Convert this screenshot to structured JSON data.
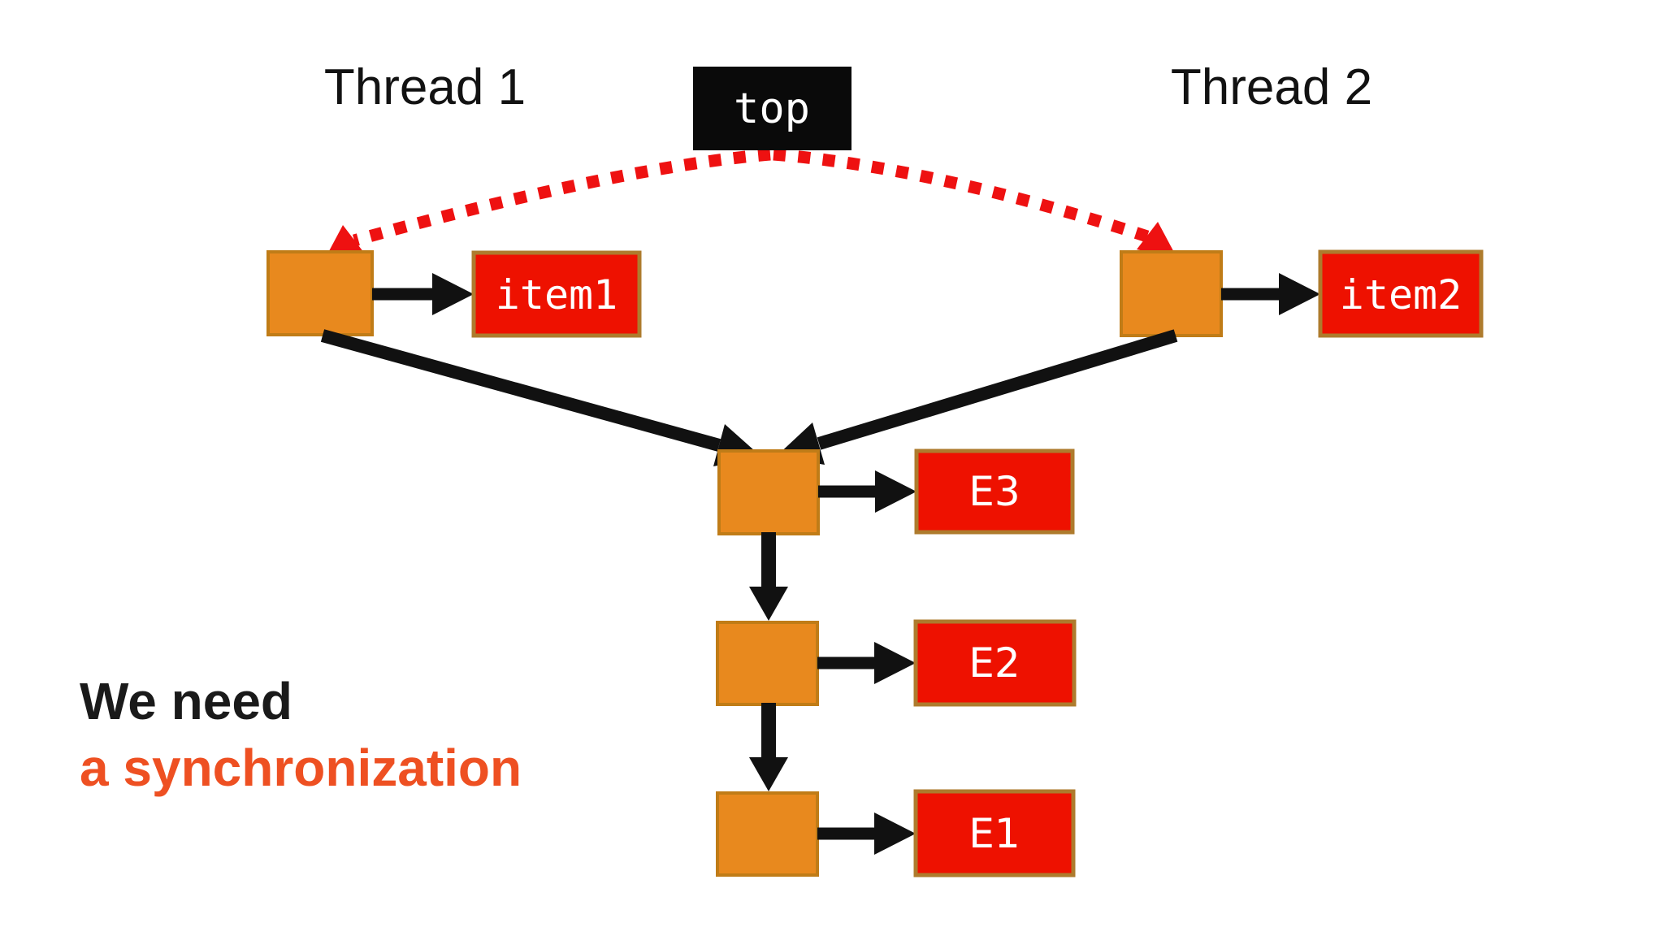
{
  "colors": {
    "background": "#ffffff",
    "node_fill": "#e8891e",
    "node_border": "#c07c17",
    "item_fill": "#ee1100",
    "item_border": "#ae7b2d",
    "top_box_fill": "#0a0a0a",
    "box_text": "#ffffff",
    "arrow_black": "#111111",
    "dashed_red": "#ee1111",
    "caption_black": "#1a1a1a",
    "caption_orange": "#ee5022"
  },
  "header": {
    "thread1": "Thread 1",
    "top": "top",
    "thread2": "Thread 2"
  },
  "threads": {
    "thread1_item": "item1",
    "thread2_item": "item2"
  },
  "stack": {
    "items": [
      "E3",
      "E2",
      "E1"
    ]
  },
  "caption": {
    "line1": "We need",
    "line2": "a synchronization"
  }
}
